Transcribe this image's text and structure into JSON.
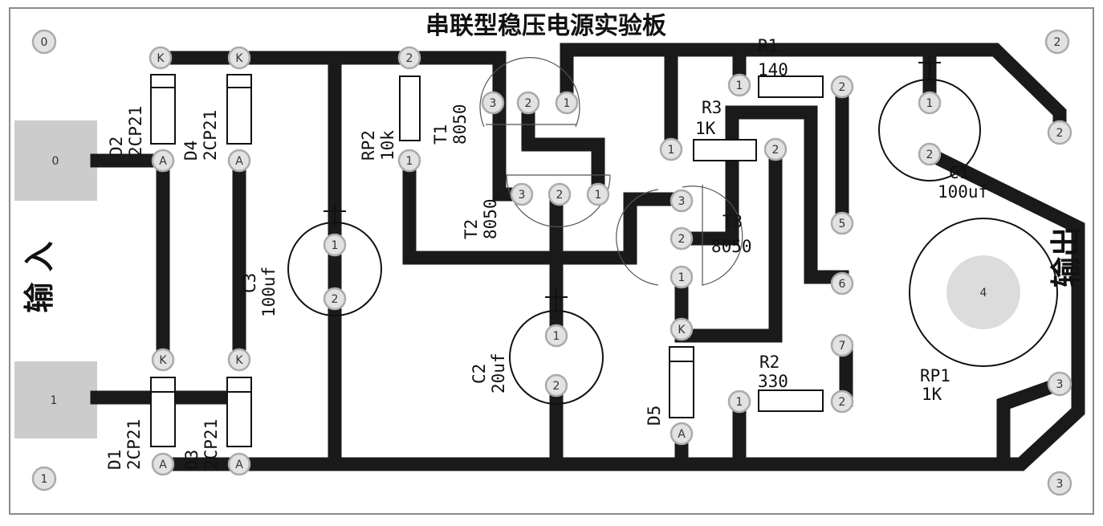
{
  "title": "串联型稳压电源实验板",
  "input_label": "输 入",
  "output_label": "输出",
  "corners": {
    "tl": "0",
    "tr": "2",
    "bl": "1",
    "br": "3"
  },
  "connectors": {
    "in0": "0",
    "in1": "1",
    "right_top": "2",
    "right_bottom": "3",
    "rp1_wiper": "4",
    "t5": "5",
    "t6": "6",
    "t7": "7"
  },
  "components": {
    "D1": {
      "ref": "D1",
      "value": "2CP21",
      "pin_a": "A",
      "pin_k": "K"
    },
    "D2": {
      "ref": "D2",
      "value": "2CP21",
      "pin_a": "A",
      "pin_k": "K"
    },
    "D3": {
      "ref": "D3",
      "value": "2CP21",
      "pin_a": "A",
      "pin_k": "K"
    },
    "D4": {
      "ref": "D4",
      "value": "2CP21",
      "pin_a": "A",
      "pin_k": "K"
    },
    "D5": {
      "ref": "D5",
      "pin_a": "A",
      "pin_k": "K"
    },
    "C1": {
      "ref": "C1",
      "value": "100uf",
      "pin1": "1",
      "pin2": "2"
    },
    "C2": {
      "ref": "C2",
      "value": "20uf",
      "pin1": "1",
      "pin2": "2"
    },
    "C3": {
      "ref": "C3",
      "value": "100uf",
      "pin1": "1",
      "pin2": "2"
    },
    "RP2": {
      "ref": "RP2",
      "value": "10k",
      "pin1": "1",
      "pin2": "2"
    },
    "RP1": {
      "ref": "RP1",
      "value": "1K"
    },
    "R1": {
      "ref": "R1",
      "value": "140",
      "pin1": "1",
      "pin2": "2"
    },
    "R2": {
      "ref": "R2",
      "value": "330",
      "pin1": "1",
      "pin2": "2"
    },
    "R3": {
      "ref": "R3",
      "value": "1K",
      "pin1": "1",
      "pin2": "2"
    },
    "T1": {
      "ref": "T1",
      "value": "8050",
      "pin1": "1",
      "pin2": "2",
      "pin3": "3"
    },
    "T2": {
      "ref": "T2",
      "value": "8050",
      "pin1": "1",
      "pin2": "2",
      "pin3": "3"
    },
    "T3": {
      "ref": "T3",
      "value": "8050",
      "pin1": "1",
      "pin2": "2",
      "pin3": "3"
    }
  },
  "colors": {
    "trace": "#1a1a1a",
    "pad": "#e2e2e2",
    "terminal": "#cccccc",
    "board_border": "#888888"
  }
}
